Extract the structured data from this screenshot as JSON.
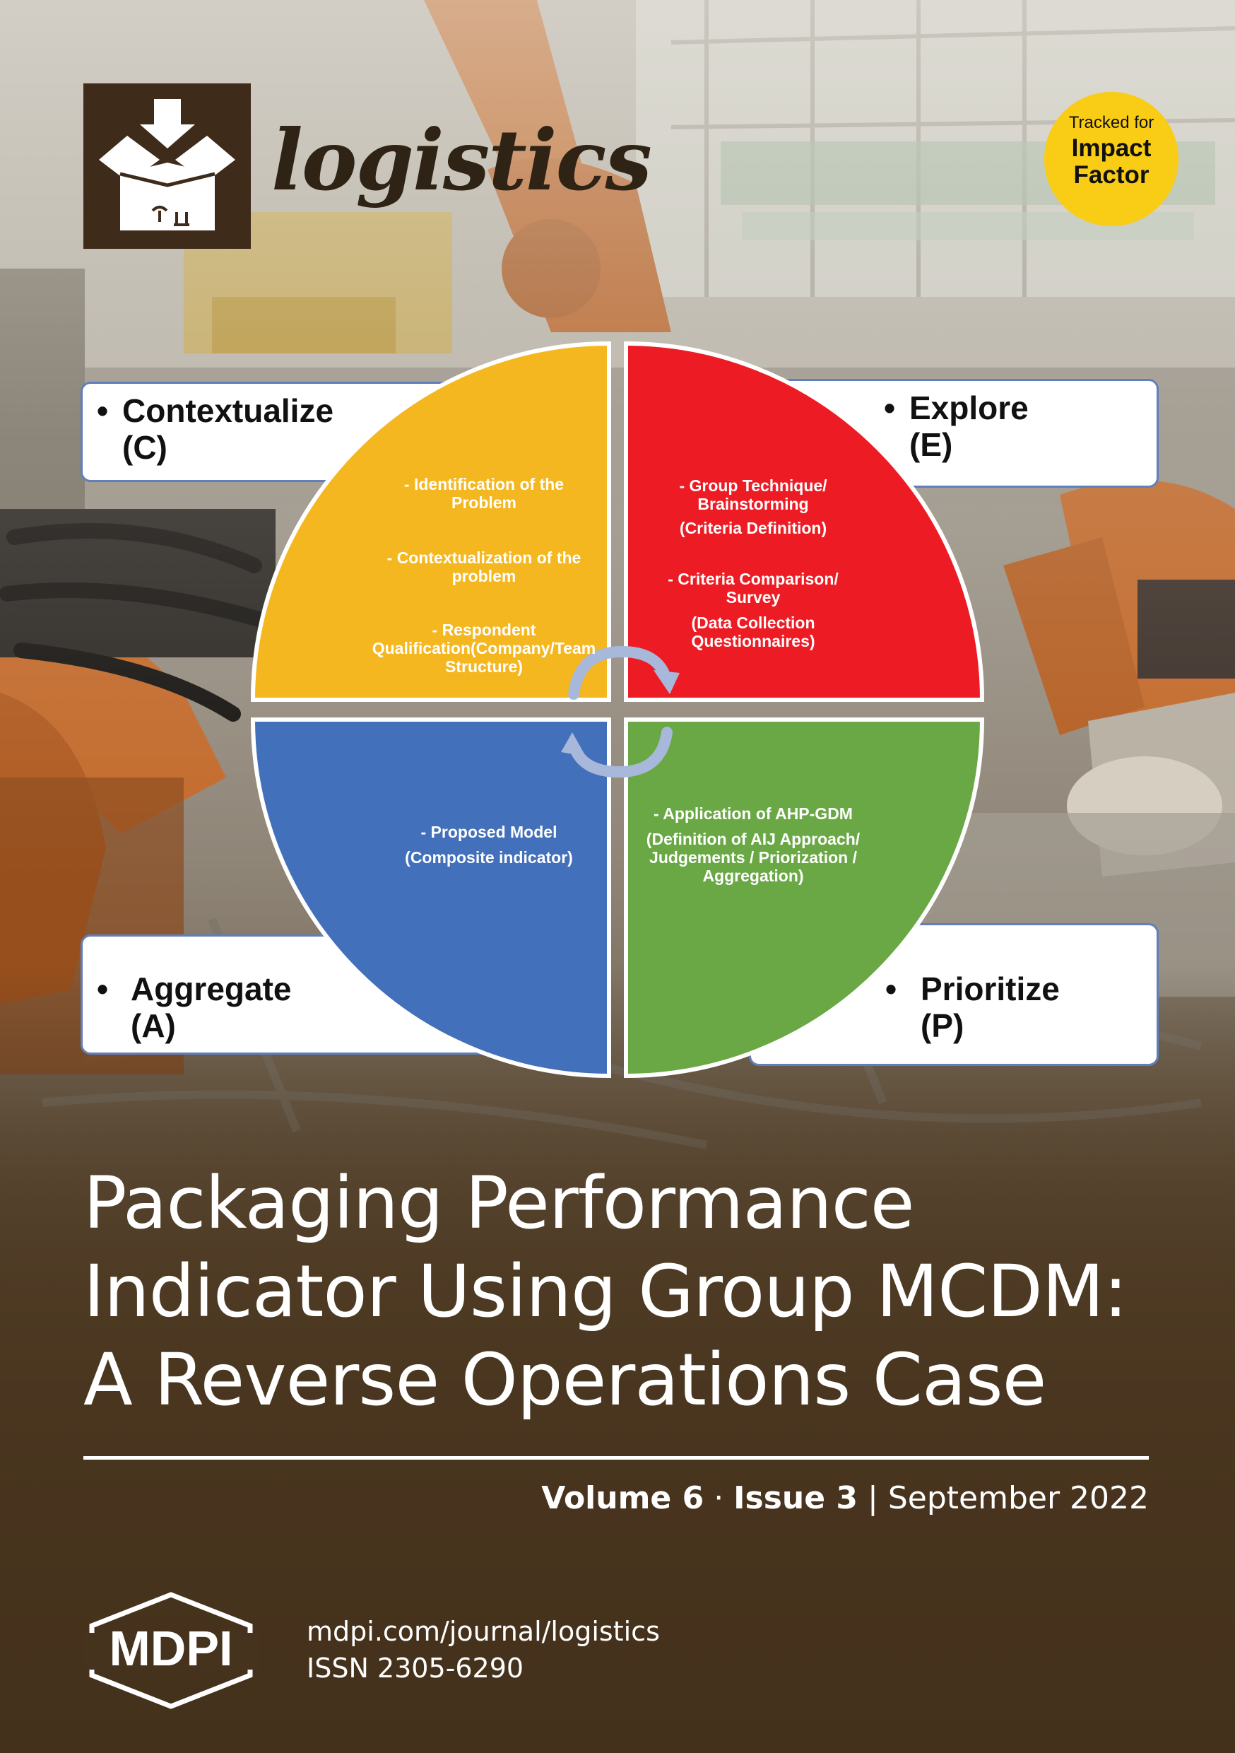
{
  "journal": {
    "name": "logistics"
  },
  "impact_badge": {
    "line1": "Tracked for",
    "line2": "Impact",
    "line3": "Factor"
  },
  "diagram": {
    "boxes": {
      "c": {
        "bullet": "•",
        "line1": "Contextualize",
        "line2": "(C)"
      },
      "e": {
        "bullet": "•",
        "line1": "Explore",
        "line2": "(E)"
      },
      "a": {
        "bullet": "•",
        "line1": "Aggregate",
        "line2": "(A)"
      },
      "p": {
        "bullet": "•",
        "line1": "Prioritize",
        "line2": "(P)"
      }
    },
    "quadrants": {
      "c": [
        "- Identification of the",
        "Problem",
        "- Contextualization of the",
        "problem",
        "- Respondent",
        "Qualification(Company/Team",
        "Structure)"
      ],
      "e": [
        "- Group Technique/",
        "Brainstorming",
        "(Criteria Definition)",
        "- Criteria Comparison/",
        "Survey",
        "(Data Collection",
        "Questionnaires)"
      ],
      "a": [
        "- Proposed Model",
        "(Composite indicator)"
      ],
      "p": [
        "- Application of AHP-GDM",
        "(Definition of AIJ Approach/",
        "Judgements / Priorization /",
        "Aggregation)"
      ]
    },
    "colors": {
      "c": "#f4b71f",
      "e": "#ed1c24",
      "a": "#4270bb",
      "p": "#6aa845",
      "box_border": "#5f7fbd",
      "arrow": "#a7b8da"
    }
  },
  "title": {
    "line1": "Packaging Performance",
    "line2": "Indicator Using Group MCDM:",
    "line3": "A Reverse Operations Case"
  },
  "issue": {
    "volume": "Volume 6",
    "separator": " · ",
    "issue": "Issue 3",
    "pipe": " | ",
    "date": "September 2022"
  },
  "publisher": {
    "logo_text": "MDPI",
    "url": "mdpi.com/journal/logistics",
    "issn": "ISSN 2305-6290"
  },
  "colors": {
    "logo_bg": "#3f2b19",
    "badge": "#f9cc15",
    "bottom_band": "#46331d"
  }
}
